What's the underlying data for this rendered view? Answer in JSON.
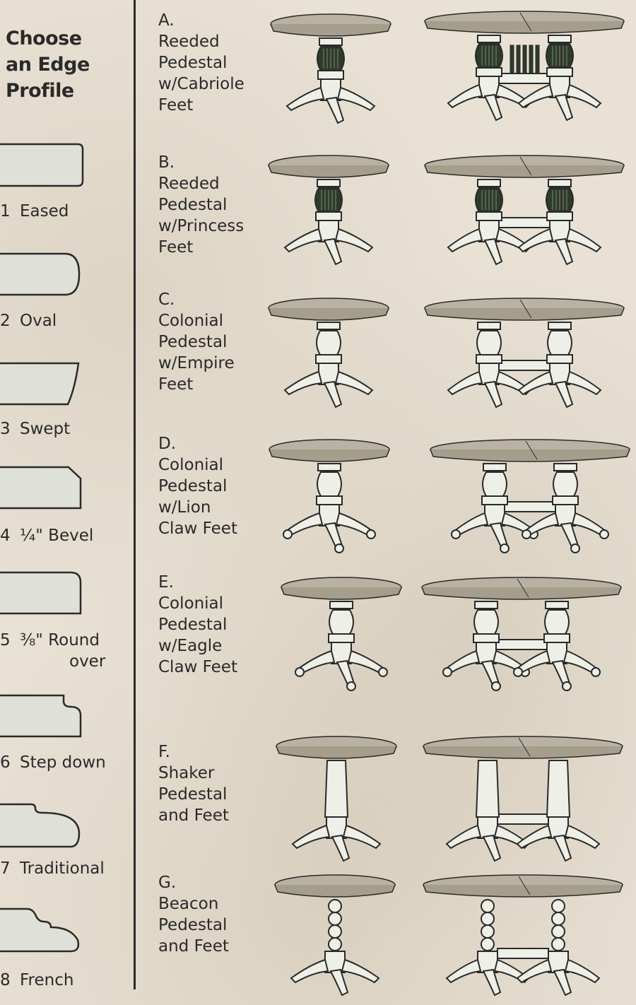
{
  "edge_section": {
    "title_lines": [
      "Choose",
      "an Edge",
      "Profile"
    ],
    "profiles": [
      {
        "num": "1",
        "name": "Eased",
        "extra": ""
      },
      {
        "num": "2",
        "name": "Oval",
        "extra": ""
      },
      {
        "num": "3",
        "name": "Swept",
        "extra": ""
      },
      {
        "num": "4",
        "name": "¼\" Bevel",
        "extra": ""
      },
      {
        "num": "5",
        "name": "⅜\" Round",
        "extra": "over"
      },
      {
        "num": "6",
        "name": "Step down",
        "extra": ""
      },
      {
        "num": "7",
        "name": "Traditional",
        "extra": ""
      },
      {
        "num": "8",
        "name": "French",
        "extra": ""
      }
    ]
  },
  "pedestal_section": {
    "options": [
      {
        "letter": "A.",
        "lines": [
          "Reeded",
          "Pedestal",
          "w/Cabriole",
          "Feet"
        ]
      },
      {
        "letter": "B.",
        "lines": [
          "Reeded",
          "Pedestal",
          "w/Princess",
          "Feet"
        ]
      },
      {
        "letter": "C.",
        "lines": [
          "Colonial",
          "Pedestal",
          "w/Empire",
          "Feet"
        ]
      },
      {
        "letter": "D.",
        "lines": [
          "Colonial",
          "Pedestal",
          "w/Lion",
          "Claw Feet"
        ]
      },
      {
        "letter": "E.",
        "lines": [
          "Colonial",
          "Pedestal",
          "w/Eagle",
          "Claw Feet"
        ]
      },
      {
        "letter": "F.",
        "lines": [
          "Shaker",
          "Pedestal",
          "and Feet"
        ]
      },
      {
        "letter": "G.",
        "lines": [
          "Beacon",
          "Pedestal",
          "and Feet"
        ]
      }
    ]
  },
  "colors": {
    "ink": "#2a2a2a",
    "profile_fill": "#dfe1d8",
    "table_top": "#b9b2a2",
    "reeded_dark": "#2e3a2a",
    "leg_light": "#eef0e8"
  }
}
